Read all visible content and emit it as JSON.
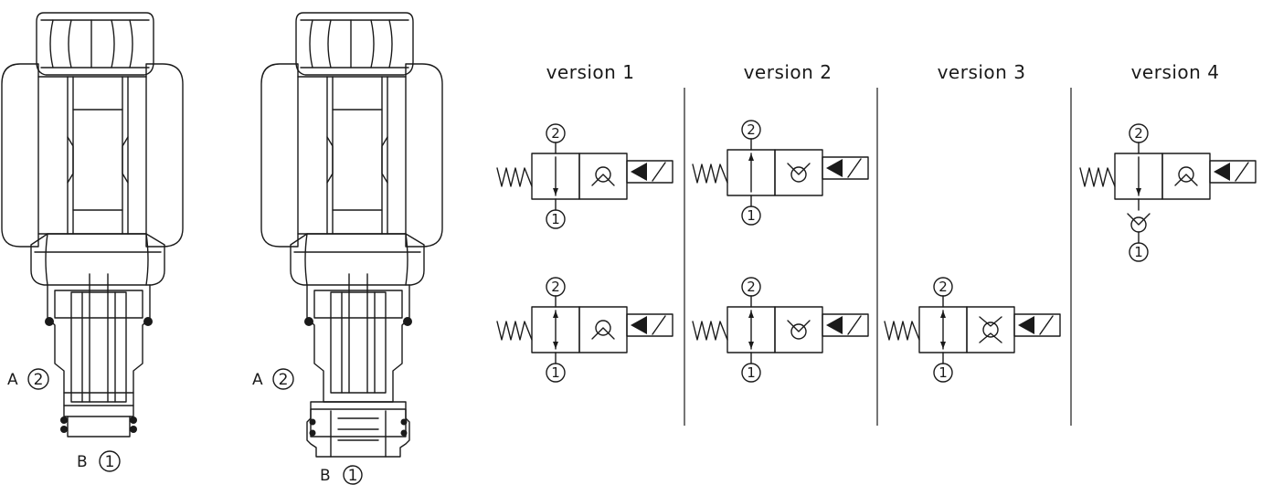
{
  "diagram": {
    "cutaways": [
      {
        "id": "valve-a",
        "port_top_letter": "A",
        "port_top_number": "2",
        "port_bottom_letter": "B",
        "port_bottom_number": "1"
      },
      {
        "id": "valve-b",
        "port_top_letter": "A",
        "port_top_number": "2",
        "port_bottom_letter": "B",
        "port_bottom_number": "1"
      }
    ],
    "versions": [
      {
        "label": "version 1"
      },
      {
        "label": "version 2"
      },
      {
        "label": "version 3"
      },
      {
        "label": "version 4"
      }
    ],
    "symbol_ports": {
      "top": "2",
      "bottom": "1"
    }
  }
}
